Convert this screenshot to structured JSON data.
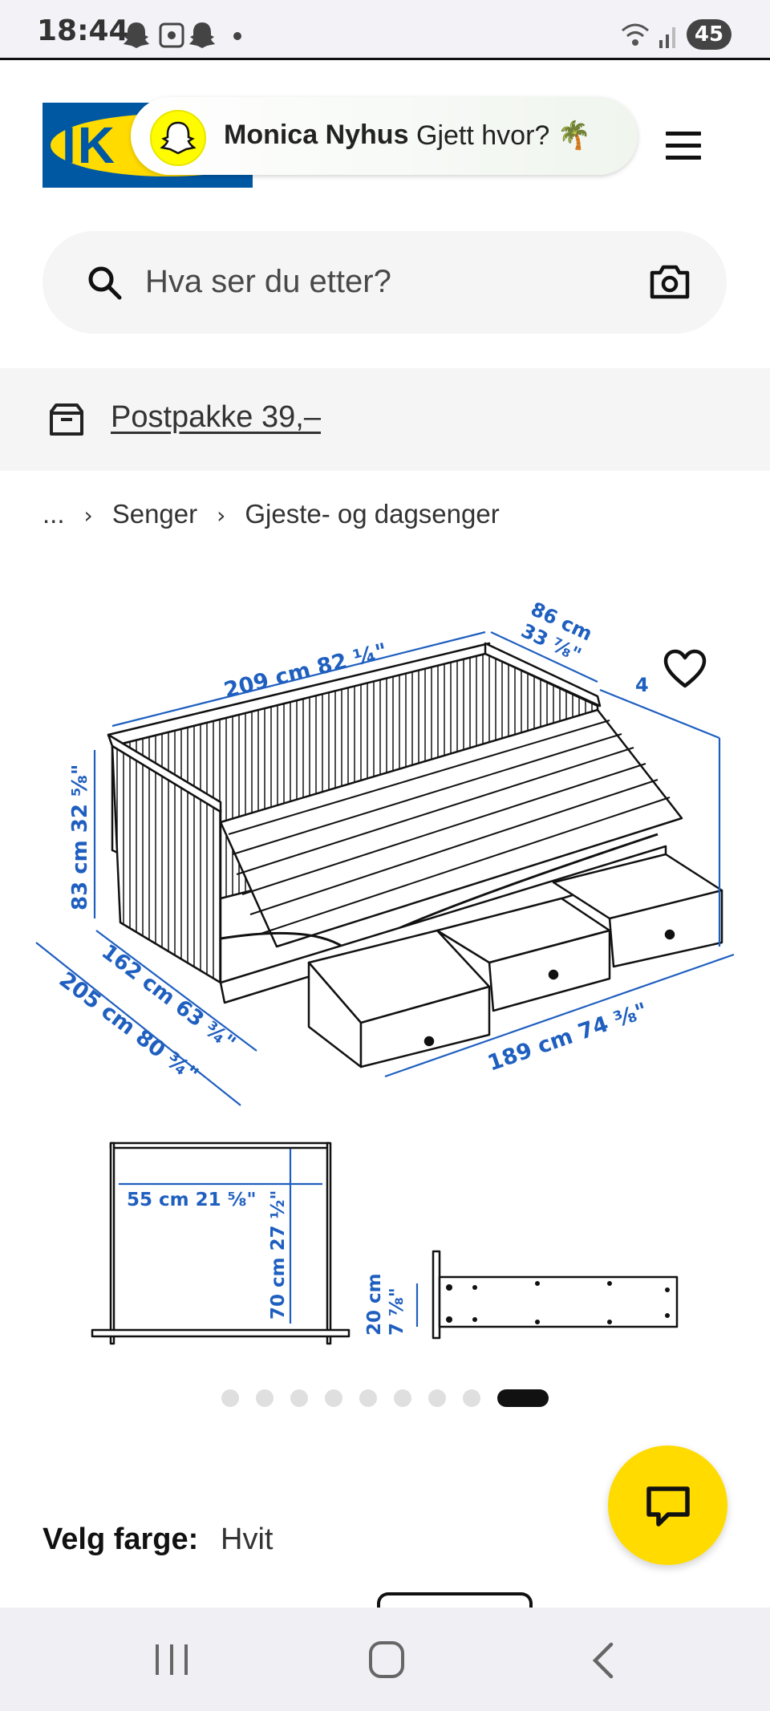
{
  "status_bar": {
    "time": "18:44",
    "battery": "45"
  },
  "header": {
    "logo_text": "IK",
    "toast": {
      "name": "Monica Nyhus",
      "message": "Gjett hvor? 🌴"
    }
  },
  "search": {
    "placeholder": "Hva ser du etter?"
  },
  "shipping": {
    "label": "Postpakke 39,–"
  },
  "breadcrumb": {
    "ellipsis": "...",
    "sep": "›",
    "items": [
      "Senger",
      "Gjeste- og dagsenger"
    ]
  },
  "dimensions": {
    "length": "209 cm 82 ¼\"",
    "depth_a": "86 cm",
    "depth_b": "33 ⅞\"",
    "height": "83 cm 32 ⅝\"",
    "width_ext": "162 cm 63 ¾\"",
    "width_full": "205 cm 80 ¾\"",
    "front": "189 cm 74 ⅜\"",
    "inner_w": "55 cm 21 ⅝\"",
    "inner_h": "70 cm 27 ½\"",
    "drawer_a": "20 cm",
    "drawer_b": "7 ⅞\"",
    "partial": "4"
  },
  "gallery": {
    "image_count": 9,
    "active_index": 8
  },
  "color": {
    "label": "Velg farge:",
    "value": "Hvit"
  },
  "colors": {
    "ikea_blue": "#0058a3",
    "ikea_yellow": "#ffdb00",
    "dimension_blue": "#1f5fbf"
  }
}
